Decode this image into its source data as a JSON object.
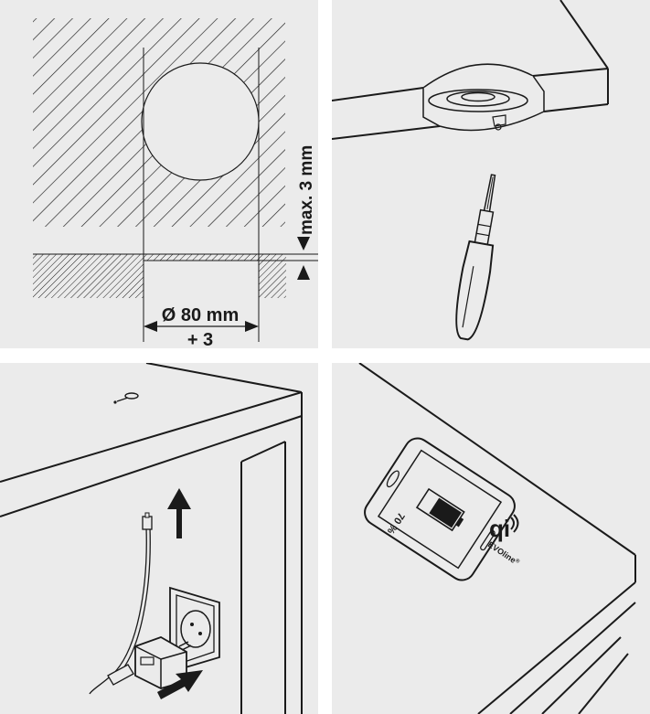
{
  "panel1": {
    "dim_max_depth": "max. 3 mm",
    "dim_diameter": "Ø 80 mm",
    "dim_tolerance": "+ 3"
  },
  "panel4": {
    "battery_percent": "70 %",
    "battery_level": 0.7,
    "brand_label": "EVOline",
    "brand_mark": "®",
    "qi_icon": "qi-wireless-charging-logo"
  },
  "colors": {
    "panel_bg": "#ebebeb",
    "line": "#1a1a1a",
    "gap": "#ffffff"
  }
}
